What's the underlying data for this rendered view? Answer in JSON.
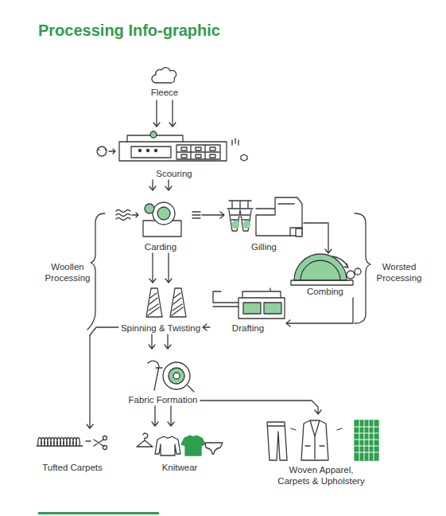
{
  "diagram": {
    "title": "Processing Info-graphic",
    "nodes": [
      {
        "text": [
          "Fleece"
        ]
      },
      {
        "text": [
          "Scouring"
        ]
      },
      {
        "text": [
          "Carding"
        ]
      },
      {
        "text": [
          "Gilling"
        ]
      },
      {
        "text": [
          "Combing"
        ]
      },
      {
        "text": [
          "Drafting"
        ]
      },
      {
        "text": [
          "Spinning & Twisting"
        ]
      },
      {
        "text": [
          "Fabric Formation"
        ]
      },
      {
        "text": [
          "Tufted Carpets"
        ]
      },
      {
        "text": [
          "Knitwear"
        ]
      },
      {
        "text": [
          "Woven Apparel, Carpets & Upholstery"
        ]
      }
    ],
    "edges": [
      {
        "from": 0,
        "to": 1,
        "arrow": "to"
      },
      {
        "from": 1,
        "to": 2,
        "arrow": "to"
      },
      {
        "from": 2,
        "to": 3,
        "arrow": "to"
      },
      {
        "from": 3,
        "to": 4,
        "arrow": "to"
      },
      {
        "from": 4,
        "to": 5,
        "arrow": "to"
      },
      {
        "from": 5,
        "to": 6,
        "arrow": "to"
      },
      {
        "from": 2,
        "to": 6,
        "arrow": "to"
      },
      {
        "from": 6,
        "to": 7,
        "arrow": "to"
      },
      {
        "from": 6,
        "to": 8,
        "arrow": "to"
      },
      {
        "from": 7,
        "to": 9,
        "arrow": "to"
      },
      {
        "from": 7,
        "to": 10,
        "arrow": "to"
      }
    ],
    "labels": [
      "Woollen Processing",
      "Worsted Processing"
    ]
  }
}
